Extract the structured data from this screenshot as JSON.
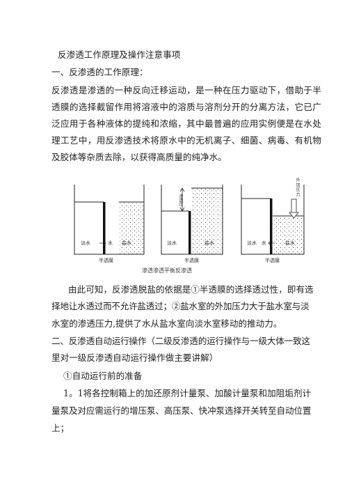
{
  "document": {
    "title": "反渗透工作原理及操作注意事项",
    "section1_heading": "一、反渗透的工作原理：",
    "para1": [
      "反渗透是渗透的一种反向迁移运动，是一种在压力驱动下，借助于半",
      "透膜的选择截留作用将溶液中的溶质与溶剂分开的分离方法，它已广",
      "泛应用于各种液体的提纯和浓缩，其中最普遍的应用实例便是在水处",
      "理工艺中，用反渗透技术将原水中的无机离子、细菌、病毒、有机物",
      "及胶体等杂质去除，以获得高质量的纯净水。"
    ],
    "figure": {
      "panels": [
        {
          "fresh": "淡水",
          "arrow": "水",
          "salt": "盐水",
          "membrane": "半透膜"
        },
        {
          "fresh": "淡水",
          "salt": "盐水",
          "level_label": "渗透压",
          "membrane": "半透膜"
        },
        {
          "fresh": "淡水",
          "arrow": "水",
          "salt": "盐水",
          "pressure_label": "外加压力",
          "membrane": "半透膜"
        }
      ],
      "caption": "渗透渗透平衡反渗透"
    },
    "para2": [
      "由此可知，反渗透脱盐的依据是①半透膜的选择透过性，即有选",
      "择地让水透过而不允许盐透过；②盐水室的外加压力大于盐水室与淡",
      "水室的渗透压力,提供了水从盐水室向淡水室移动的推动力。"
    ],
    "section2_heading": [
      "二、反渗透自动运行操作（二级反渗透的运行操作与一级大体一致这",
      "里对一级反渗透自动运行操作做主要讲解）"
    ],
    "sub1": "①自动运行前的准备",
    "item1": [
      "1。1将各控制箱上的加还原剂计量泵、加酸计量泵和加阻垢剂计",
      "量泵及对应需运行的增压泵、高压泵、快冲泵选择开关转至自动位置",
      "上；"
    ]
  }
}
